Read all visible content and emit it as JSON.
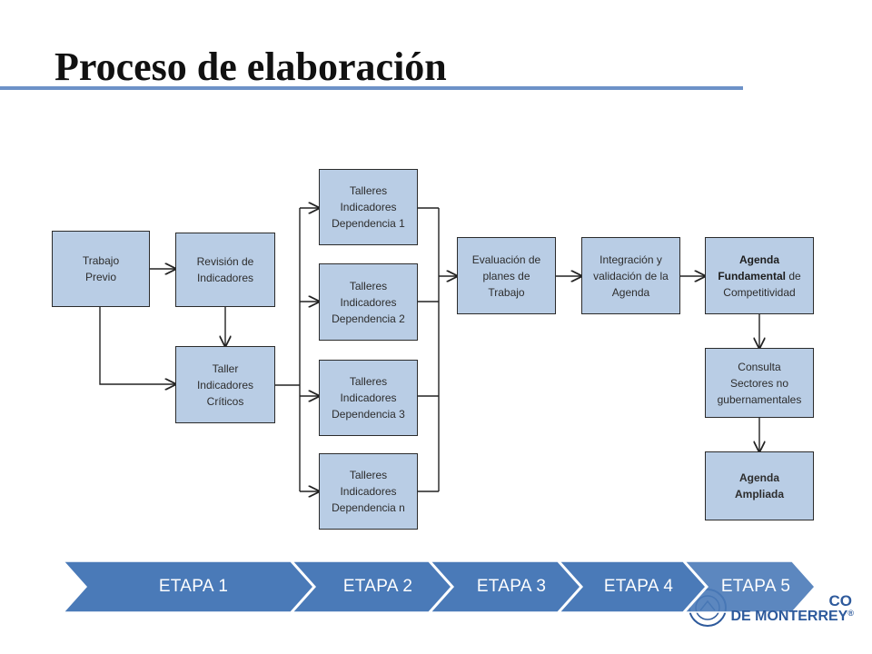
{
  "title": "Proceso de elaboración",
  "nodes": {
    "trabajo_previo": [
      "Trabajo",
      "Previo"
    ],
    "revision": [
      "Revisión de",
      "Indicadores"
    ],
    "taller_criticos": [
      "Taller",
      "Indicadores",
      "Críticos"
    ],
    "talleres_1": [
      "Talleres",
      "Indicadores",
      "Dependencia 1"
    ],
    "talleres_2": [
      "Talleres",
      "Indicadores",
      "Dependencia 2"
    ],
    "talleres_3": [
      "Talleres",
      "Indicadores",
      "Dependencia 3"
    ],
    "talleres_n": [
      "Talleres",
      "Indicadores",
      "Dependencia n"
    ],
    "evaluacion": [
      "Evaluación de",
      "planes de",
      "Trabajo"
    ],
    "integracion": [
      "Integración y",
      "validación de la",
      "Agenda"
    ],
    "agenda_fundamental": {
      "bold1": "Agenda",
      "bold2": "Fundamental",
      "rest2": " de",
      "line3": "Competitividad"
    },
    "consulta": [
      "Consulta",
      "Sectores no",
      "gubernamentales"
    ],
    "agenda_ampliada": [
      "Agenda",
      "Ampliada"
    ]
  },
  "stages": [
    "ETAPA 1",
    "ETAPA 2",
    "ETAPA 3",
    "ETAPA 4",
    "ETAPA 5"
  ],
  "logo": {
    "line1": "CO",
    "line2": "DE MONTERREY",
    "mark": "®"
  },
  "colors": {
    "node_fill": "#b9cde5",
    "stage_fill": "#4a7ab8",
    "rule": "#6d92c8",
    "logo": "#2e5a9c"
  }
}
